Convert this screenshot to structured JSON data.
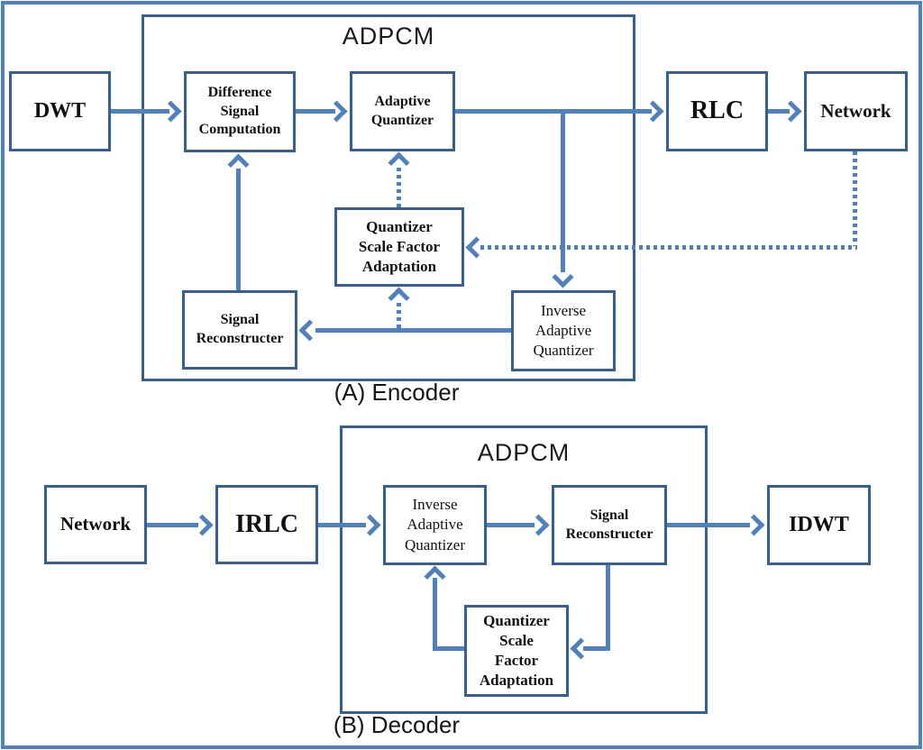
{
  "colors": {
    "line_blue": "#4f81bd",
    "box_border_blue": "#376092",
    "text_black": "#111111",
    "background": "#ffffff"
  },
  "encoder": {
    "group_label": "ADPCM",
    "caption": "(A) Encoder",
    "blocks": {
      "dwt": "DWT",
      "difference_signal_computation": "Difference\nSignal\nComputation",
      "adaptive_quantizer": "Adaptive\nQuantizer",
      "rlc": "RLC",
      "network": "Network",
      "quantizer_scale_factor_adaptation": "Quantizer\nScale Factor\nAdaptation",
      "inverse_adaptive_quantizer": "Inverse\nAdaptive\nQuantizer",
      "signal_reconstructer": "Signal\nReconstructer"
    }
  },
  "decoder": {
    "group_label": "ADPCM",
    "caption": "(B) Decoder",
    "blocks": {
      "network": "Network",
      "irlc": "IRLC",
      "inverse_adaptive_quantizer": "Inverse\nAdaptive\nQuantizer",
      "signal_reconstructer": "Signal\nReconstructer",
      "idwt": "IDWT",
      "quantizer_scale_factor_adaptation": "Quantizer\nScale\nFactor\nAdaptation"
    }
  }
}
